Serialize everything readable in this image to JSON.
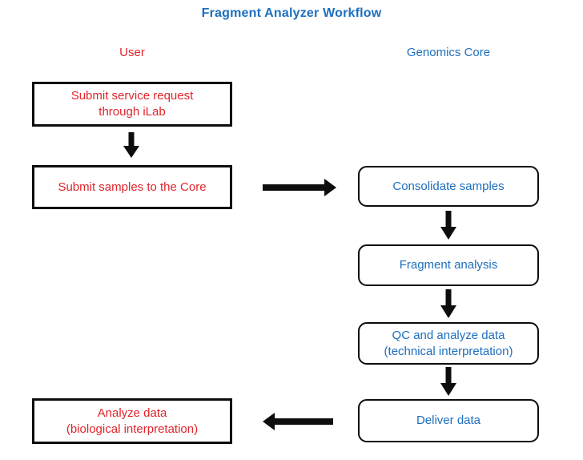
{
  "title": "Fragment Analyzer Workflow",
  "colors": {
    "blue": "#1d6fbe",
    "red": "#e1242b",
    "arrow_black": "#0d0d0d"
  },
  "columns": {
    "user": {
      "label": "User"
    },
    "genomics_core": {
      "label": "Genomics Core"
    }
  },
  "nodes": {
    "submit_request": {
      "line1": "Submit service request",
      "line2": "through iLab"
    },
    "submit_samples": {
      "label": "Submit samples to the Core"
    },
    "analyze_data": {
      "line1": "Analyze data",
      "line2": "(biological interpretation)"
    },
    "consolidate": {
      "label": "Consolidate samples"
    },
    "fragment": {
      "label": "Fragment analysis"
    },
    "qc": {
      "line1": "QC and analyze data",
      "line2": "(technical interpretation)"
    },
    "deliver": {
      "label": "Deliver data"
    }
  },
  "icons": {
    "arrow_down": "arrow-down-icon",
    "arrow_right": "arrow-right-icon",
    "arrow_left": "arrow-left-icon"
  }
}
